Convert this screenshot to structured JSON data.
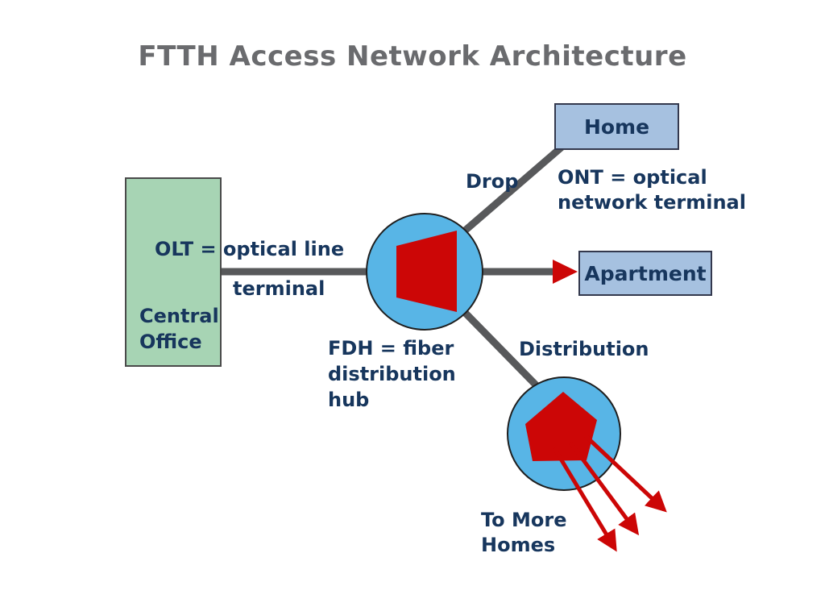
{
  "title": "FTTH Access Network Architecture",
  "nodes": {
    "central_office": "Central\nOffice",
    "home": "Home",
    "apartment": "Apartment"
  },
  "labels": {
    "olt_line1": "OLT = optical line",
    "olt_line2": "terminal",
    "drop": "Drop",
    "ont": "ONT = optical\nnetwork terminal",
    "fdh": "FDH = fiber\ndistribution\nhub",
    "distribution": "Distribution",
    "to_more_homes": "To More\nHomes"
  },
  "colors": {
    "title_gray": "#6a6b6e",
    "label_navy": "#17365d",
    "central_office_fill": "#a7d4b4",
    "endpoint_box_fill": "#a6c1e0",
    "hub_circle_fill": "#58b5e6",
    "fiber_line_gray": "#58595b",
    "splitter_red": "#cc0606"
  }
}
